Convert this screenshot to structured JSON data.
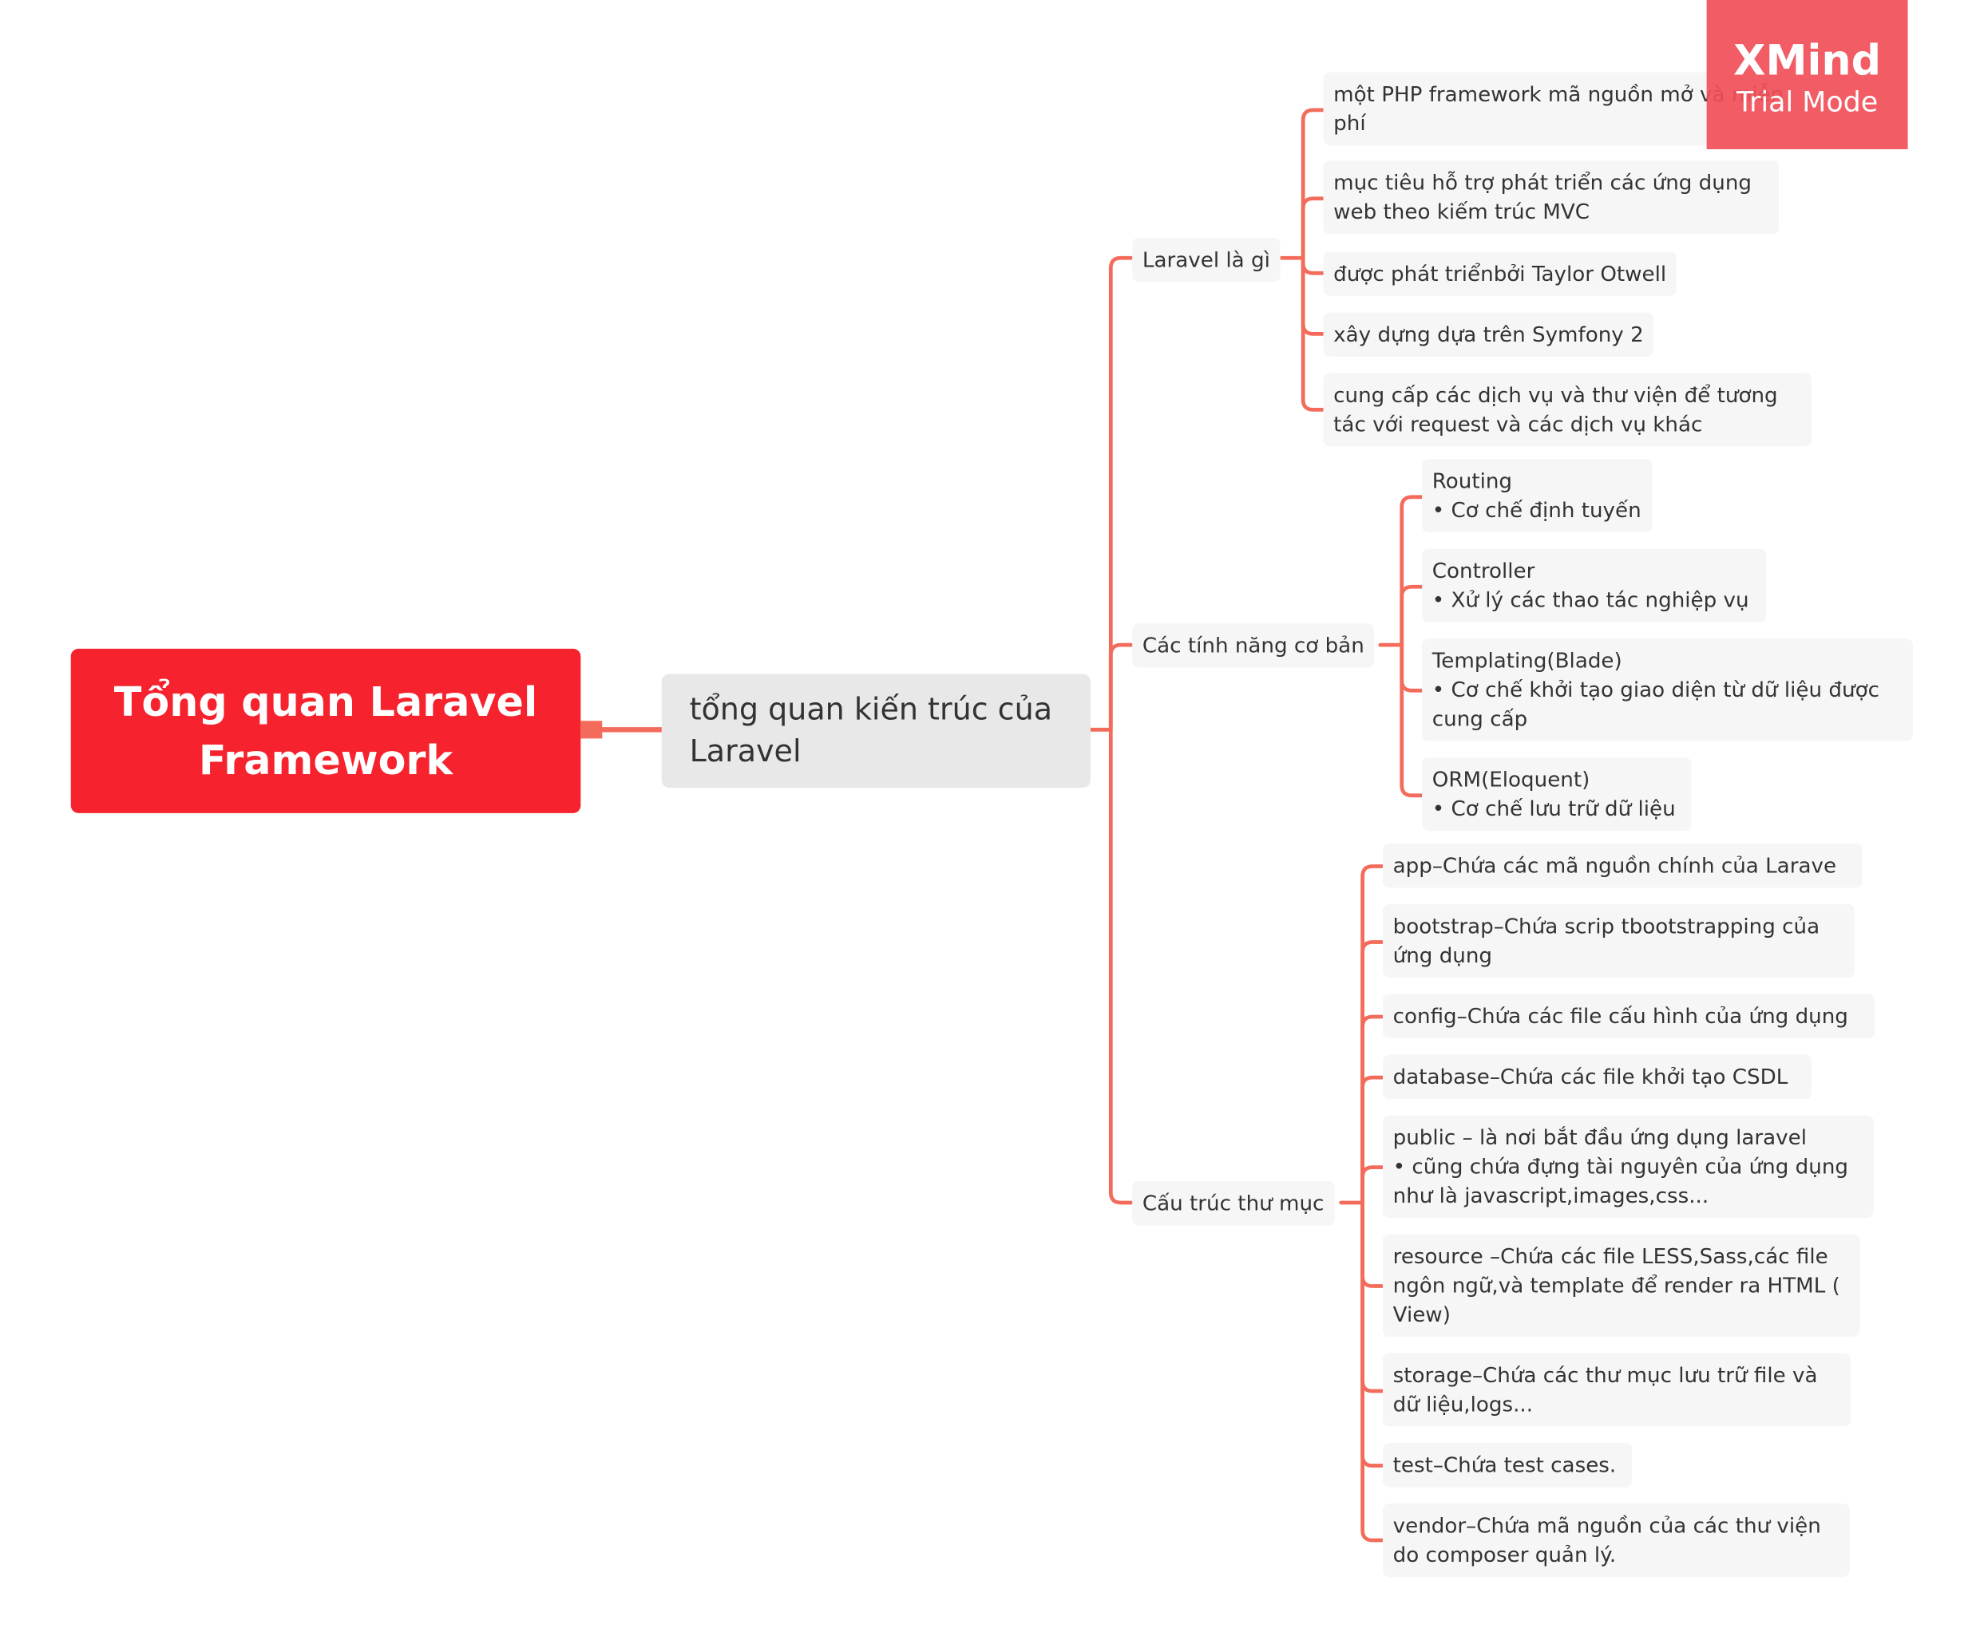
{
  "root": {
    "label": "Tổng quan Laravel\nFramework"
  },
  "main": {
    "label": "tổng quan kiến trúc của\nLaravel"
  },
  "branches": [
    {
      "label": "Laravel là gì",
      "children": [
        "một PHP framework mã nguồn mở và miễn\nphí",
        "mục tiêu hỗ trợ phát triển các ứng dụng\nweb theo kiếm trúc MVC",
        "được phát triểnbởi Taylor Otwell",
        "xây dựng dựa trên Symfony 2",
        "cung cấp các dịch vụ và thư viện để tương\ntác với request và các dịch vụ khác"
      ]
    },
    {
      "label": "Các tính năng cơ bản",
      "children": [
        "Routing\n• Cơ chế định tuyến",
        "Controller\n• Xử lý các thao tác nghiệp vụ",
        "Templating(Blade)\n• Cơ chế khởi tạo giao diện từ dữ liệu được\ncung cấp",
        "ORM(Eloquent)\n• Cơ chế lưu trữ dữ liệu"
      ]
    },
    {
      "label": "Cấu trúc thư mục",
      "children": [
        " app–Chứa các mã nguồn chính của Larave",
        " bootstrap–Chứa scrip tbootstrapping của\nứng dụng",
        "config–Chứa các file cấu hình của ứng dụng",
        "database–Chứa các file khởi tạo CSDL",
        " public – là nơi bắt đầu ứng dụng laravel\n• cũng chứa đựng tài nguyên của ứng dụng\nnhư là javascript,images,css...",
        "resource –Chứa các file LESS,Sass,các file\nngôn ngữ,và template để render ra HTML (\nView)",
        "storage–Chứa các thư mục lưu trữ file và\ndữ liệu,logs...",
        "test–Chứa test cases.",
        "vendor–Chứa mã nguồn của các thư viện\ndo composer quản lý."
      ]
    }
  ],
  "watermark": {
    "title": "XMind",
    "subtitle": "Trial Mode"
  },
  "colors": {
    "root": "#f6222e",
    "connector": "#f36c5b",
    "main_bg": "#e8e8e8",
    "leaf_bg": "#f6f6f6"
  }
}
